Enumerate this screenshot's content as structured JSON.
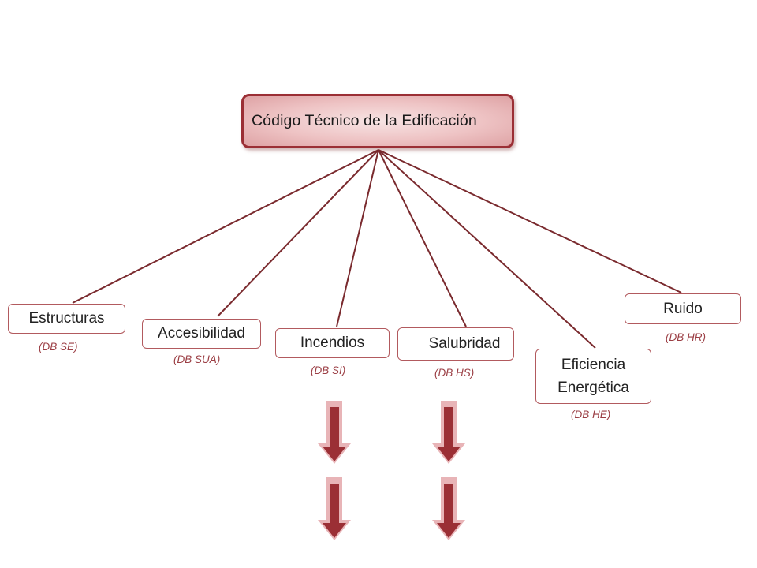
{
  "diagram": {
    "root": {
      "label": "Código Técnico de la Edificación"
    },
    "children": [
      {
        "id": "estructuras",
        "label": "Estructuras",
        "sub": "(DB SE)"
      },
      {
        "id": "accesibilidad",
        "label": "Accesibilidad",
        "sub": "(DB SUA)"
      },
      {
        "id": "incendios",
        "label": "Incendios",
        "sub": "(DB SI)"
      },
      {
        "id": "salubridad",
        "label": "Salubridad",
        "sub": "(DB HS)"
      },
      {
        "id": "eficiencia",
        "label": "Eficiencia\nEnergética",
        "sub": "(DB HE)"
      },
      {
        "id": "ruido",
        "label": "Ruido",
        "sub": "(DB HR)"
      }
    ],
    "arrow_icon": "down-arrow-icon"
  },
  "colors": {
    "connector": "#7a2a2e",
    "root_border": "#9b2f35",
    "node_border": "#b25a5e",
    "sub_text": "#9b3e44",
    "arrow_fill": "#9b2f35",
    "arrow_highlight": "#e8b4b7"
  }
}
